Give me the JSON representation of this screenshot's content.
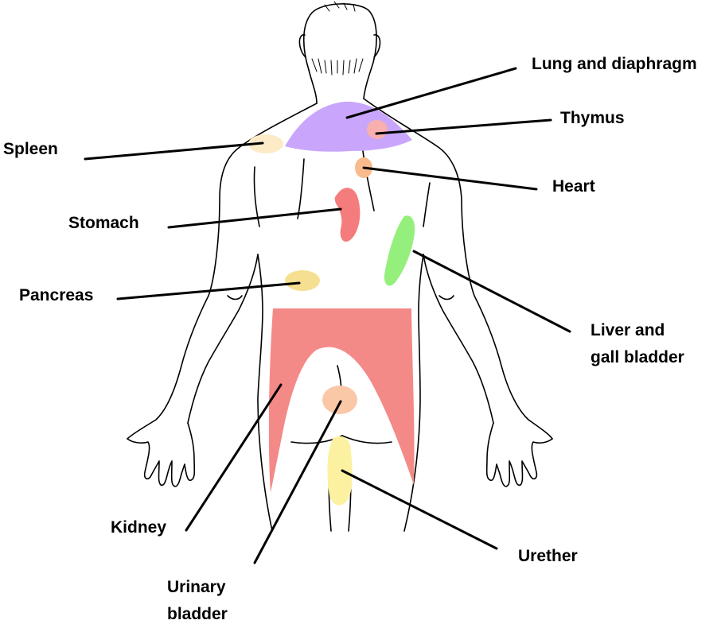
{
  "colors": {
    "lung_and_diaphragm": "#c9a6fb",
    "thymus": "#f7b0ae",
    "spleen": "#fdebc8",
    "heart": "#f9bb8d",
    "stomach": "#f57c7c",
    "liver_and_gall_bladder": "#95ef7c",
    "pancreas": "#f6df90",
    "kidney": "#f48a88",
    "urinary_bladder": "#fac7a7",
    "urether": "#fbf1a1",
    "outline": "#000000"
  },
  "labels": {
    "lung": "Lung and diaphragm",
    "thymus": "Thymus",
    "spleen": "Spleen",
    "heart": "Heart",
    "stomach": "Stomach",
    "pancreas": "Pancreas",
    "liver_line1": "Liver and",
    "liver_line2": "gall bladder",
    "kidney": "Kidney",
    "urinary_line1": "Urinary",
    "urinary_line2": "bladder",
    "urether": "Urether"
  }
}
